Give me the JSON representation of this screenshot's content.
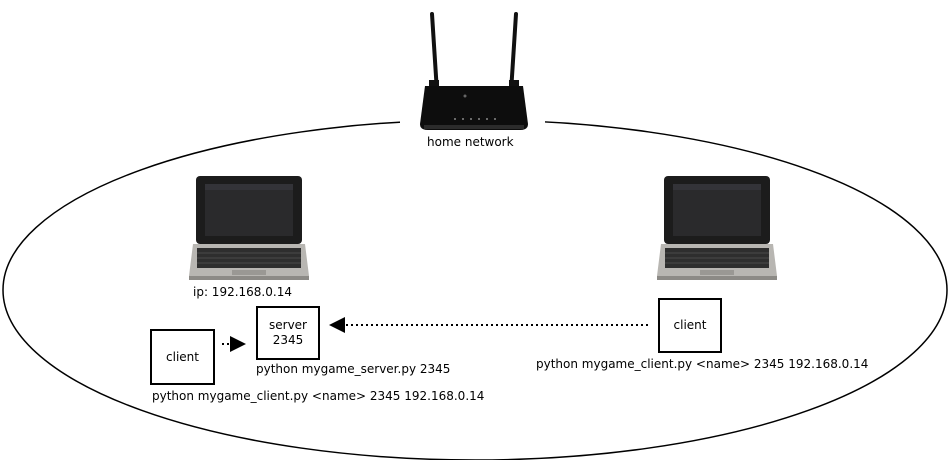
{
  "router": {
    "label": "home network"
  },
  "laptop_server": {
    "ip_label": "ip: 192.168.0.14"
  },
  "laptop_client": {},
  "server_box": {
    "line1": "server",
    "line2": "2345",
    "command": "python mygame_server.py 2345"
  },
  "local_client_box": {
    "label": "client",
    "command": "python mygame_client.py <name> 2345 192.168.0.14"
  },
  "remote_client_box": {
    "label": "client",
    "command": "python mygame_client.py <name> 2345 192.168.0.14"
  },
  "colors": {
    "line": "#000000",
    "device_body": "#1c1c1c",
    "laptop_base": "#b8b6b2",
    "screen": "#2a2a2c"
  }
}
